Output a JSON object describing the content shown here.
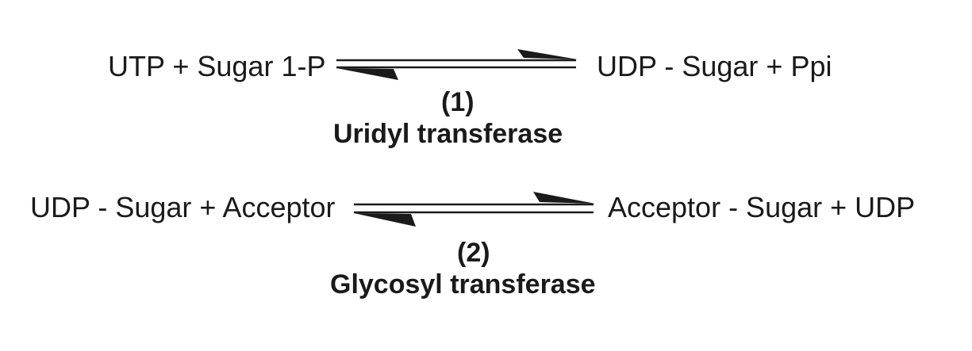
{
  "reaction1": {
    "reactants": "UTP + Sugar 1-P",
    "products": "UDP - Sugar + Ppi",
    "number": "(1)",
    "enzyme": "Uridyl transferase"
  },
  "reaction2": {
    "reactants": "UDP - Sugar + Acceptor",
    "products": "Acceptor - Sugar + UDP",
    "number": "(2)",
    "enzyme": "Glycosyl transferase"
  },
  "colors": {
    "ink": "#1a1a1a",
    "background": "#ffffff"
  }
}
